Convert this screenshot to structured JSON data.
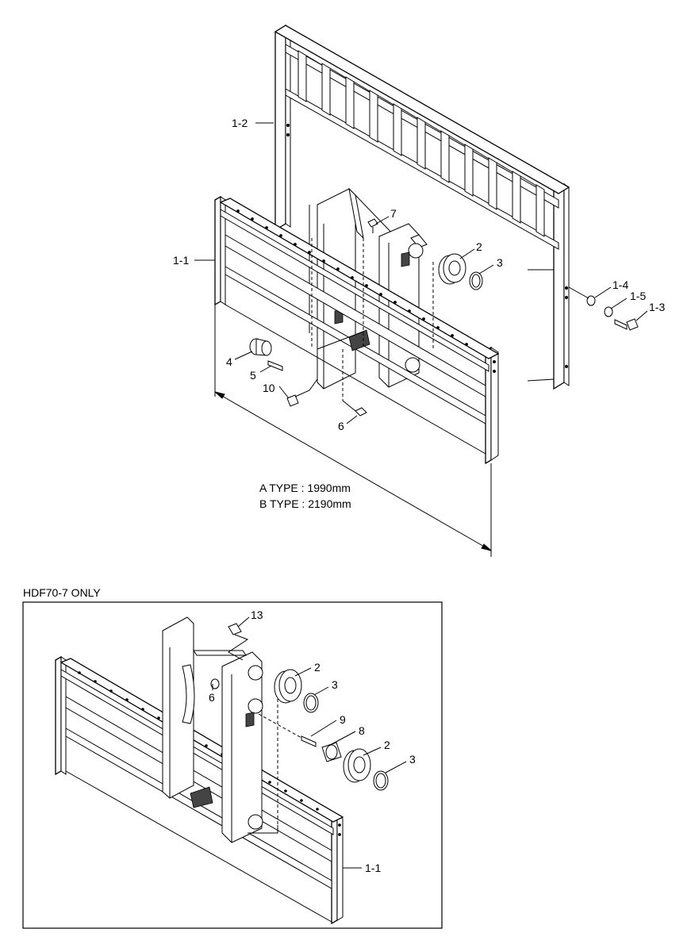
{
  "callouts_top": {
    "backrest": "1-2",
    "carriage": "1-1",
    "bolt_7": "7",
    "bearing_2": "2",
    "snap_ring_3": "3",
    "washer_1_4": "1-4",
    "lock_washer_1_5": "1-5",
    "bolt_1_3": "1-3",
    "roller_4": "4",
    "pin_5": "5",
    "bolt_10": "10",
    "nut_6": "6"
  },
  "dimension": {
    "line1": "A TYPE : 1990mm",
    "line2": "B TYPE : 2190mm"
  },
  "inset": {
    "title": "HDF70-7 ONLY",
    "callouts": {
      "nipple_13": "13",
      "bearing_2a": "2",
      "snap_ring_3a": "3",
      "nut_6": "6",
      "pin_9": "9",
      "spacer_8": "8",
      "bearing_2b": "2",
      "snap_ring_3b": "3",
      "carriage": "1-1"
    }
  }
}
